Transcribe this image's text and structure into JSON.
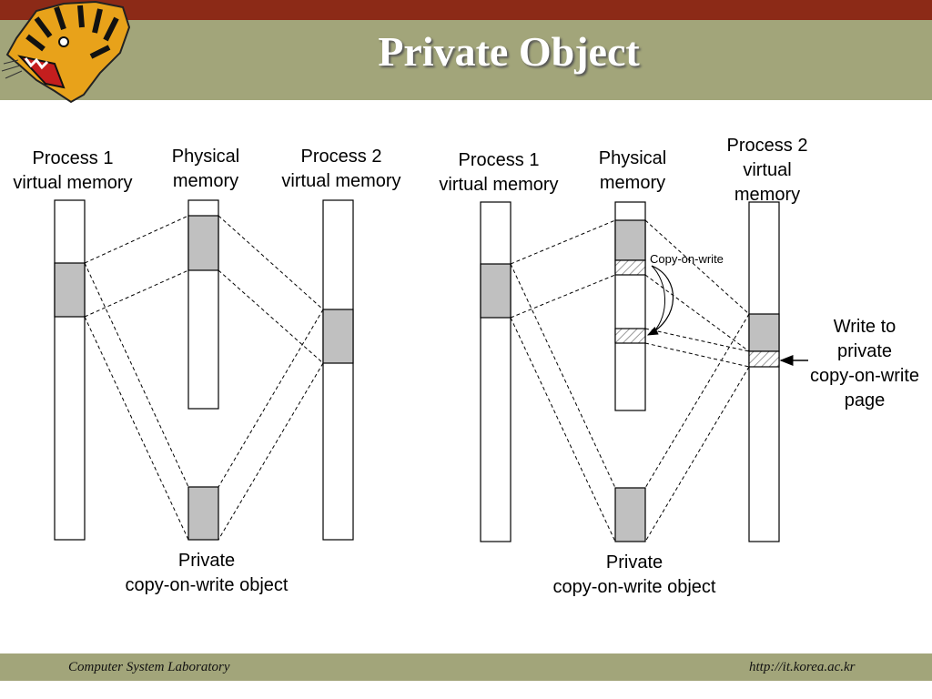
{
  "slide": {
    "title": "Private Object",
    "footer_left": "Computer System Laboratory",
    "footer_right": "http://it.korea.ac.kr"
  },
  "colors": {
    "top_bar": "#8c2a17",
    "title_bar": "#a2a57a",
    "page_fill": "#c0c0c0"
  },
  "left_diagram": {
    "process1_label": "Process 1\nvirtual memory",
    "physical_label": "Physical\nmemory",
    "process2_label": "Process 2\nvirtual memory",
    "object_label": "Private\ncopy-on-write object"
  },
  "right_diagram": {
    "process1_label": "Process 1\nvirtual memory",
    "physical_label": "Physical\nmemory",
    "process2_label": "Process 2\nvirtual\nmemory",
    "object_label": "Private\ncopy-on-write object",
    "cow_label": "Copy-on-write",
    "write_label": "Write to\nprivate\ncopy-on-write\npage"
  }
}
